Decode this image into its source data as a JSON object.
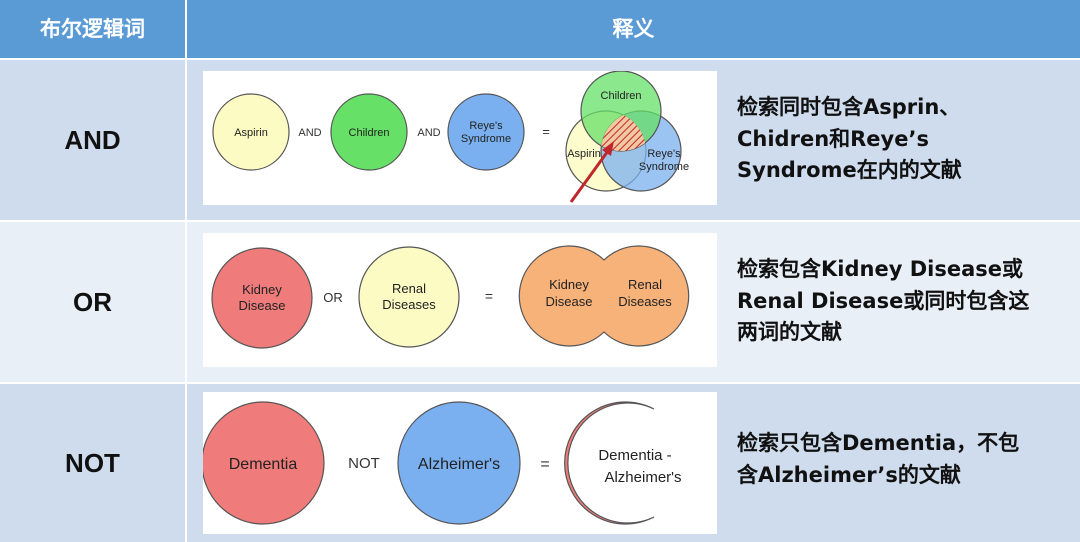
{
  "header": {
    "col1": "布尔逻辑词",
    "col2": "释义"
  },
  "rows": [
    {
      "operator": "AND",
      "diagram": {
        "circle1": "Aspirin",
        "op1": "AND",
        "circle2": "Children",
        "op2": "AND",
        "circle3_line1": "Reye's",
        "circle3_line2": "Syndrome",
        "equals": "=",
        "venn_top": "Children",
        "venn_left": "Aspirin",
        "venn_right_line1": "Reye's",
        "venn_right_line2": "Syndrome"
      },
      "desc_lines": [
        "检索同时包含Asprin、",
        "Chidren和Reye’s",
        "Syndrome在内的文献"
      ]
    },
    {
      "operator": "OR",
      "diagram": {
        "circle1_line1": "Kidney",
        "circle1_line2": "Disease",
        "op1": "OR",
        "circle2_line1": "Renal",
        "circle2_line2": "Diseases",
        "equals": "=",
        "union_left_line1": "Kidney",
        "union_left_line2": "Disease",
        "union_right_line1": "Renal",
        "union_right_line2": "Diseases"
      },
      "desc_lines": [
        "检索包含Kidney Disease或",
        "Renal Disease或同时包含这",
        "两词的文献"
      ]
    },
    {
      "operator": "NOT",
      "diagram": {
        "circle1": "Dementia",
        "op1": "NOT",
        "circle2": "Alzheimer's",
        "equals": "=",
        "result_line1": "Dementia -",
        "result_line2": "Alzheimer's"
      },
      "desc_lines": [
        "检索只包含Dementia，不包",
        "含Alzheimer’s的文献"
      ]
    }
  ],
  "colors": {
    "header_bg": "#5b9bd5",
    "row_dark": "#cfdced",
    "row_light": "#e9eff7",
    "yellow": "#fdfbc4",
    "green": "#66e066",
    "blue": "#7ab0ef",
    "red": "#ef7b7b",
    "orange": "#f7b27a",
    "arrow": "#c0272d"
  }
}
